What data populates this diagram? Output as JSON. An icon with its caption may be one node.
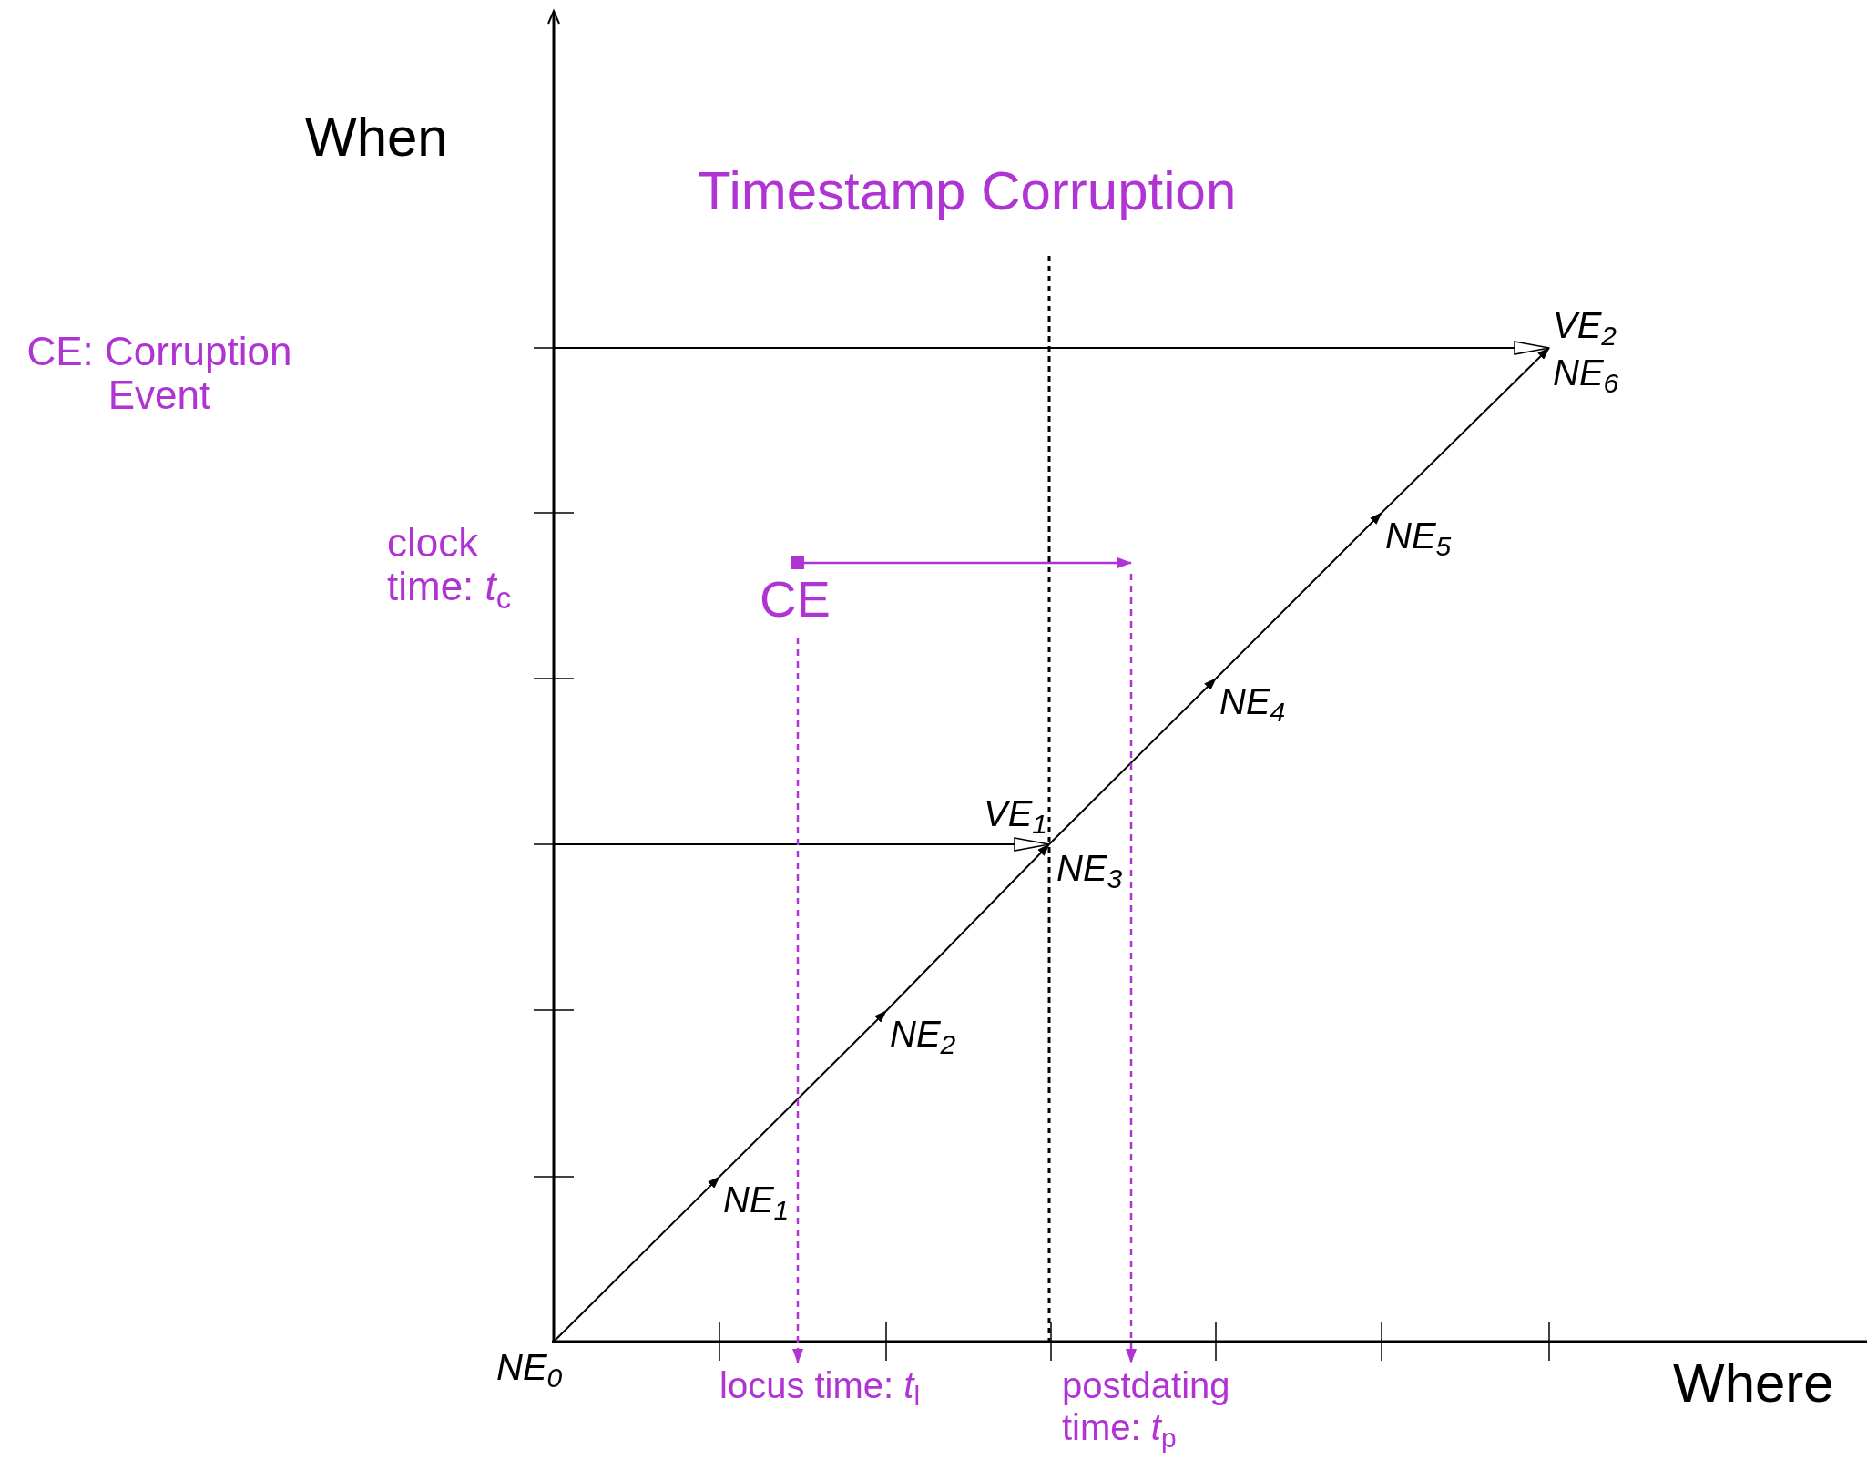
{
  "diagram": {
    "title": "Timestamp Corruption",
    "nodes": [
      {
        "text": [
          "NE$_{0}$"
        ]
      },
      {
        "text": [
          "NE$_{1}$"
        ]
      },
      {
        "text": [
          "NE$_{2}$"
        ]
      },
      {
        "text": [
          "VE$_{1}$"
        ]
      },
      {
        "text": [
          "NE$_{3}$"
        ]
      },
      {
        "text": [
          "NE$_{4}$"
        ]
      },
      {
        "text": [
          "NE$_{5}$"
        ]
      },
      {
        "text": [
          "VE$_{2}$"
        ]
      },
      {
        "text": [
          "NE$_{6}$"
        ]
      },
      {
        "text": [
          "CE"
        ]
      },
      {
        "text": [
          "locus time: *t*$_{l}$"
        ]
      },
      {
        "text": [
          "postdating time: *t*$_{p}$"
        ]
      }
    ],
    "edges": [
      {
        "from": 0,
        "to": 1,
        "arrow": "to"
      },
      {
        "from": 1,
        "to": 2,
        "arrow": "to"
      },
      {
        "from": 2,
        "to": 4,
        "arrow": "to"
      },
      {
        "from": 4,
        "to": 5,
        "arrow": "to"
      },
      {
        "from": 5,
        "to": 6,
        "arrow": "to"
      },
      {
        "from": 6,
        "to": 8,
        "arrow": "to"
      },
      {
        "from": null,
        "to": 3,
        "arrow": "to"
      },
      {
        "from": null,
        "to": 7,
        "arrow": "to"
      },
      {
        "from": 9,
        "to": null,
        "arrow": "to",
        "color": "#b033d4"
      },
      {
        "from": 9,
        "to": 10,
        "arrow": "to",
        "style": "dashed",
        "color": "#b033d4"
      },
      {
        "from": null,
        "to": 11,
        "arrow": "to",
        "style": "dashed",
        "color": "#b033d4"
      }
    ],
    "labels": [
      "When",
      "CE: Corruption Event",
      "clock time: *t*$_{c}$",
      "Where"
    ]
  }
}
